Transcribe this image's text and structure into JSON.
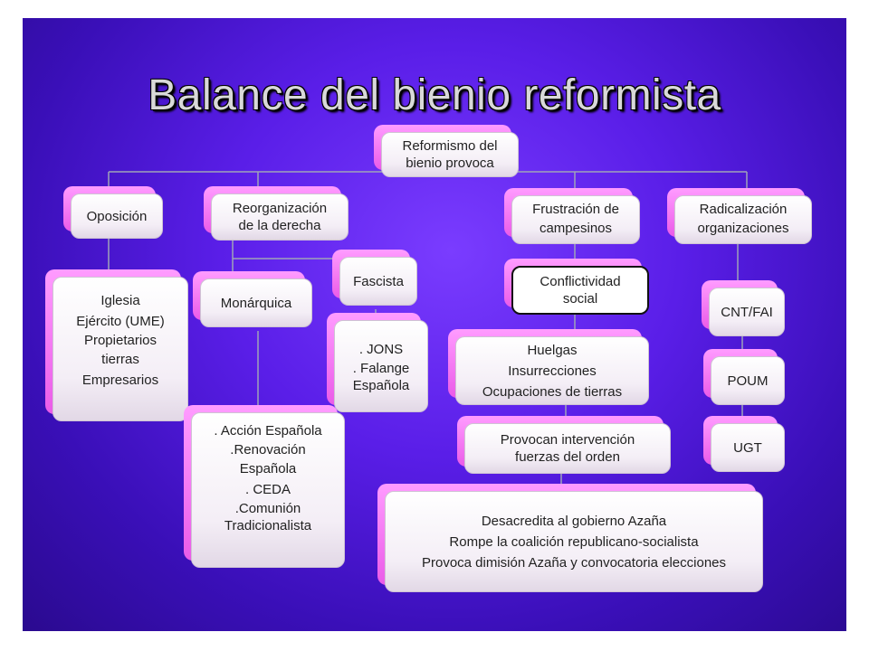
{
  "title": "Balance del bienio reformista",
  "nodes": {
    "root": [
      "Reformismo del",
      "bienio provoca"
    ],
    "oposicion": [
      "Oposición"
    ],
    "reorganizacion": [
      "Reorganización",
      "de la derecha"
    ],
    "frustracion": [
      "Frustración de",
      "campesinos"
    ],
    "radicalizacion": [
      "Radicalización",
      "organizaciones"
    ],
    "oposicion_list": [
      "Iglesia",
      "Ejército (UME)",
      "Propietarios",
      "tierras",
      "Empresarios"
    ],
    "monarquica": [
      "Monárquica"
    ],
    "fascista": [
      "Fascista"
    ],
    "fascista_list": [
      ". JONS",
      ". Falange",
      "Española"
    ],
    "monarquica_list": [
      ". Acción Española",
      ".Renovación",
      "Española",
      ". CEDA",
      ".Comunión",
      "Tradicionalista"
    ],
    "conflictividad": [
      "Conflictividad",
      "social"
    ],
    "huelgas": [
      "Huelgas",
      "Insurrecciones",
      "Ocupaciones de tierras"
    ],
    "intervencion": [
      "Provocan intervención",
      "fuerzas del orden"
    ],
    "resultado": [
      "Desacredita al gobierno Azaña",
      "Rompe la coalición republicano-socialista",
      "Provoca dimisión Azaña y convocatoria elecciones"
    ],
    "cnt": [
      "CNT/FAI"
    ],
    "poum": [
      "POUM"
    ],
    "ugt": [
      "UGT"
    ]
  }
}
